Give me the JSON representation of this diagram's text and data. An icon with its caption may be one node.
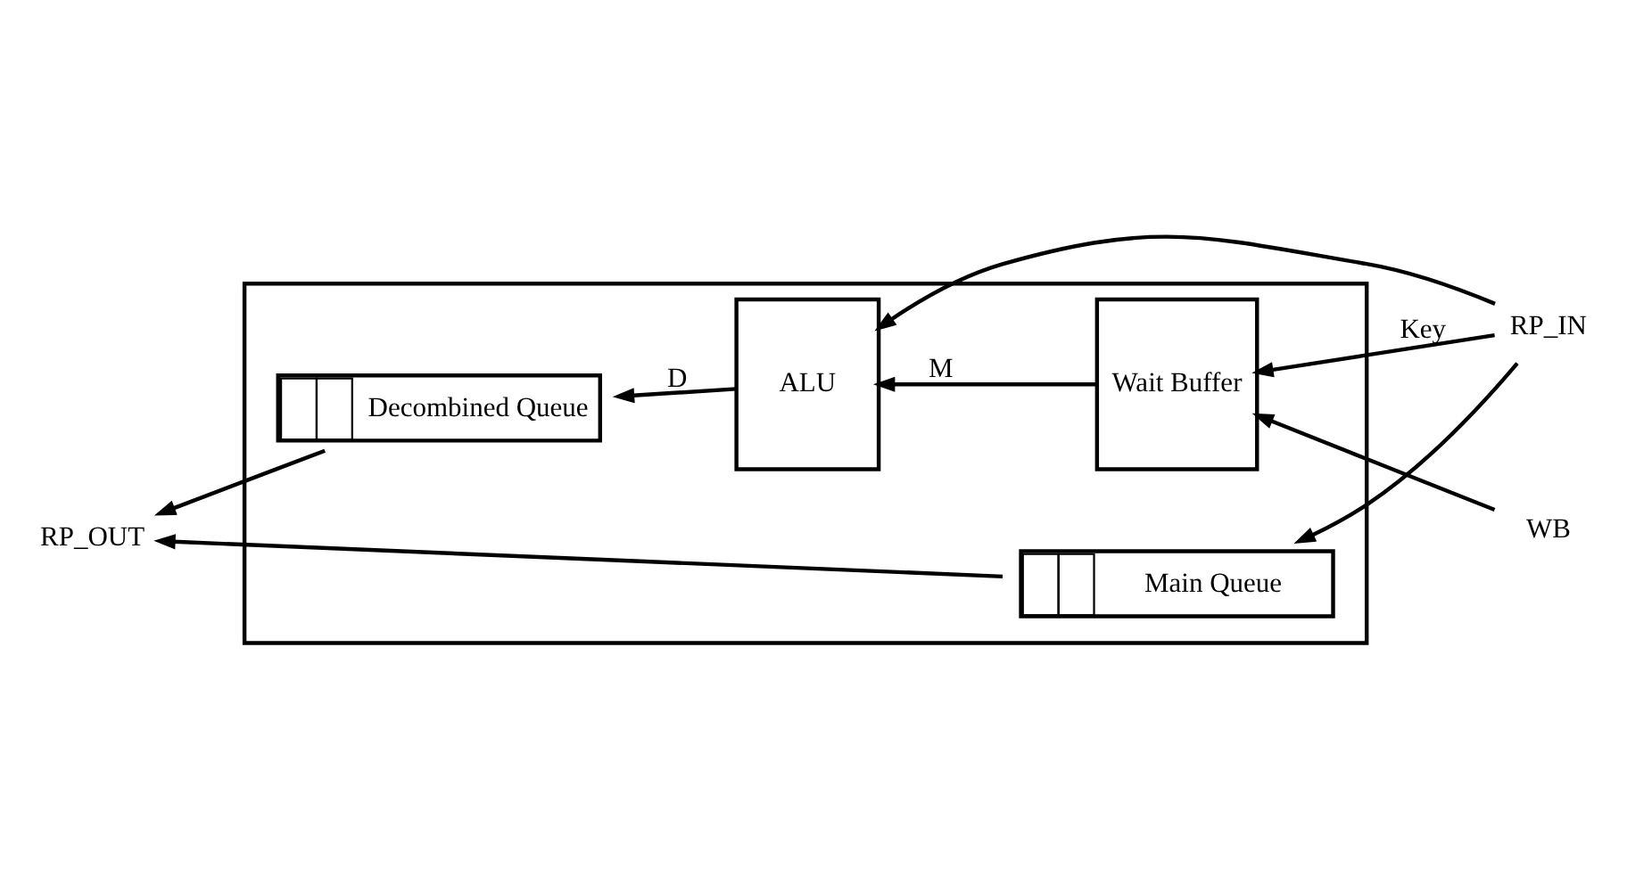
{
  "diagram": {
    "nodes": [
      {
        "text": [],
        "shape": "box"
      },
      {
        "text": [
          "Decombined Queue"
        ],
        "in": 0
      },
      {
        "text": [
          "ALU"
        ],
        "in": 0
      },
      {
        "text": [
          "Wait Buffer"
        ],
        "in": 0
      },
      {
        "text": [
          "Main Queue"
        ],
        "in": 0
      },
      {
        "text": [
          "WB"
        ]
      },
      {
        "text": [
          "RP_IN"
        ]
      },
      {
        "text": [
          "RP_OUT"
        ]
      }
    ],
    "edges": [
      {
        "from": 5,
        "to": 3,
        "arrow": "to"
      },
      {
        "from": 3,
        "to": 2,
        "label": "M",
        "arrow": "to"
      },
      {
        "from": 2,
        "to": 1,
        "label": "D",
        "arrow": "to"
      },
      {
        "from": 6,
        "to": 3,
        "label": "Key",
        "arrow": "to"
      },
      {
        "from": 6,
        "to": 2,
        "arrow": "to"
      },
      {
        "from": 6,
        "to": 4,
        "arrow": "to"
      },
      {
        "from": 1,
        "to": 7,
        "arrow": "to"
      },
      {
        "from": 4,
        "to": 7,
        "arrow": "to"
      }
    ]
  }
}
